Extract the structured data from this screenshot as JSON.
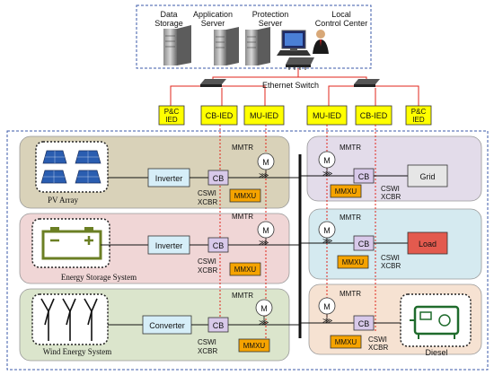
{
  "top": {
    "data_storage": [
      "Data",
      "Storage"
    ],
    "application_server": [
      "Application",
      "Server"
    ],
    "protection_server": [
      "Protection",
      "Server"
    ],
    "local_control_center": [
      "Local",
      "Control Center"
    ]
  },
  "ethernet_switch": "Ethernet Switch",
  "ied_boxes": [
    [
      "P&C",
      "IED"
    ],
    [
      "CB-IED"
    ],
    [
      "MU-IED"
    ],
    [
      "MU-IED"
    ],
    [
      "CB-IED"
    ],
    [
      "P&C",
      "IED"
    ]
  ],
  "left_systems": [
    {
      "name": "PV Array",
      "device": "Inverter",
      "cb": "CB",
      "mmxu": "MMXU",
      "mmtr": "MMTR",
      "meter": "M",
      "cswi": "CSWI",
      "xcbr": "XCBR"
    },
    {
      "name": "Energy Storage System",
      "device": "Inverter",
      "cb": "CB",
      "mmxu": "MMXU",
      "mmtr": "MMTR",
      "meter": "M",
      "cswi": "CSWI",
      "xcbr": "XCBR"
    },
    {
      "name": "Wind Energy System",
      "device": "Converter",
      "cb": "CB",
      "mmxu": "MMXU",
      "mmtr": "MMTR",
      "meter": "M",
      "cswi": "CSWI",
      "xcbr": "XCBR"
    }
  ],
  "right_systems": [
    {
      "name": "Grid",
      "cb": "CB",
      "mmxu": "MMXU",
      "mmtr": "MMTR",
      "meter": "M",
      "cswi": "CSWI",
      "xcbr": "XCBR"
    },
    {
      "name": "Load",
      "cb": "CB",
      "mmxu": "MMXU",
      "mmtr": "MMTR",
      "meter": "M",
      "cswi": "CSWI",
      "xcbr": "XCBR"
    },
    {
      "name": "Diesel",
      "cb": "CB",
      "mmxu": "MMXU",
      "mmtr": "MMTR",
      "meter": "M",
      "cswi": "CSWI",
      "xcbr": "XCBR"
    }
  ],
  "colors": {
    "pv_panel": "#d9d2b9",
    "ess_panel": "#f0d6d6",
    "wind_panel": "#dbe5cc",
    "grid_panel": "#e3dcea",
    "load_panel": "#d5eaf0",
    "diesel_panel": "#f6e2d2",
    "device_box": "#d6eef8",
    "cb_box": "#d8c9ea",
    "mmxu_box": "#f5a300",
    "ied_box": "#ffff00",
    "load_box": "#e35a4e",
    "grid_box": "#e6e6e6",
    "red_line": "#e0241b"
  }
}
